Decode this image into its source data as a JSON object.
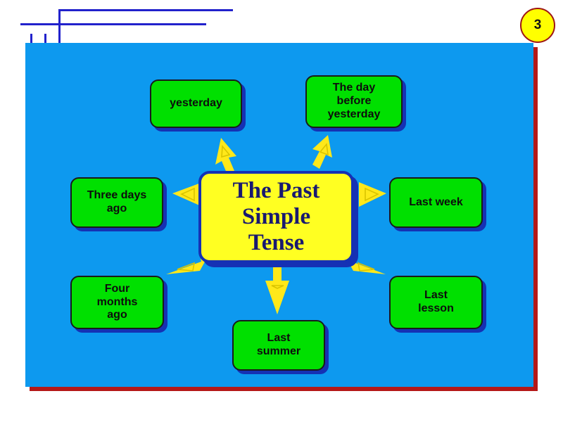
{
  "slide": {
    "page_badge": "3",
    "title_node": "The Past Simple Tense",
    "title_lines": [
      "The Past",
      "Simple",
      "Tense"
    ],
    "background_color": "#ffffff",
    "panel_color": "#0d99ef",
    "panel_shadow_color": "#b51818",
    "accent_green": "#00e000",
    "accent_yellow": "#ffff22",
    "accent_blue": "#1531b4",
    "arrow_color": "#ffe81a",
    "badge_border_color": "#9e1515"
  },
  "nodes": [
    {
      "id": "yesterday",
      "label": "yesterday",
      "lines": [
        "yesterday"
      ],
      "position": "top-left"
    },
    {
      "id": "daybefore",
      "label": "The day before yesterday",
      "lines": [
        "The day",
        "before",
        "yesterday"
      ],
      "position": "top-right"
    },
    {
      "id": "threedays",
      "label": "Three days ago",
      "lines": [
        "Three days",
        "ago"
      ],
      "position": "left-upper"
    },
    {
      "id": "lastweek",
      "label": "Last week",
      "lines": [
        "Last week"
      ],
      "position": "right-upper"
    },
    {
      "id": "fourmonths",
      "label": "Four months ago",
      "lines": [
        "Four",
        "months",
        "ago"
      ],
      "position": "left-lower"
    },
    {
      "id": "lastlesson",
      "label": "Last lesson",
      "lines": [
        "Last",
        "lesson"
      ],
      "position": "right-lower"
    },
    {
      "id": "lastsummer",
      "label": "Last summer",
      "lines": [
        "Last",
        "summer"
      ],
      "position": "bottom"
    }
  ],
  "arrows": [
    {
      "id": "to-yesterday",
      "direction": "up-left",
      "target": "yesterday"
    },
    {
      "id": "to-daybefore",
      "direction": "up-right",
      "target": "daybefore"
    },
    {
      "id": "to-threedays",
      "direction": "left",
      "target": "threedays"
    },
    {
      "id": "to-lastweek",
      "direction": "right",
      "target": "lastweek"
    },
    {
      "id": "to-fourmonths",
      "direction": "down-left",
      "target": "fourmonths"
    },
    {
      "id": "to-lastlesson",
      "direction": "down-right",
      "target": "lastlesson"
    },
    {
      "id": "to-lastsummer",
      "direction": "down",
      "target": "lastsummer"
    }
  ]
}
